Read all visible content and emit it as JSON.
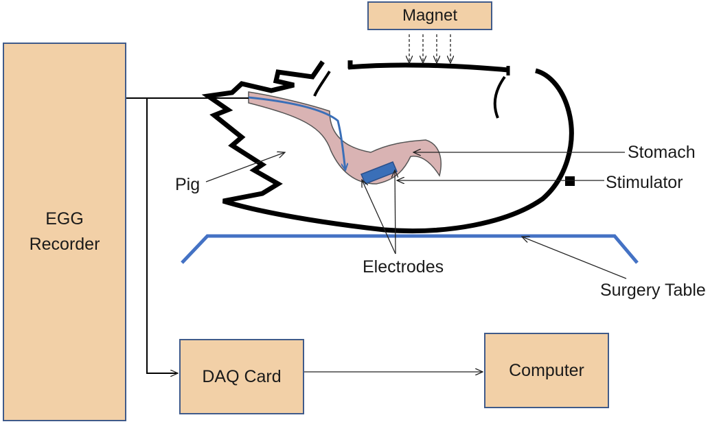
{
  "egg_recorder": {
    "line1": "EGG",
    "line2": "Recorder"
  },
  "magnet": {
    "label": "Magnet"
  },
  "daq_card": {
    "label": "DAQ Card"
  },
  "computer": {
    "label": "Computer"
  },
  "labels": {
    "stomach": "Stomach",
    "stimulator": "Stimulator",
    "pig": "Pig",
    "electrodes": "Electrodes",
    "surgery_table": "Surgery Table"
  },
  "colors": {
    "box_fill": "#f2d0a7",
    "box_border": "#3f5a8a",
    "stomach_fill": "#d9b3b3",
    "electrode_blue": "#3a6fb8",
    "table_blue": "#4472c4"
  }
}
